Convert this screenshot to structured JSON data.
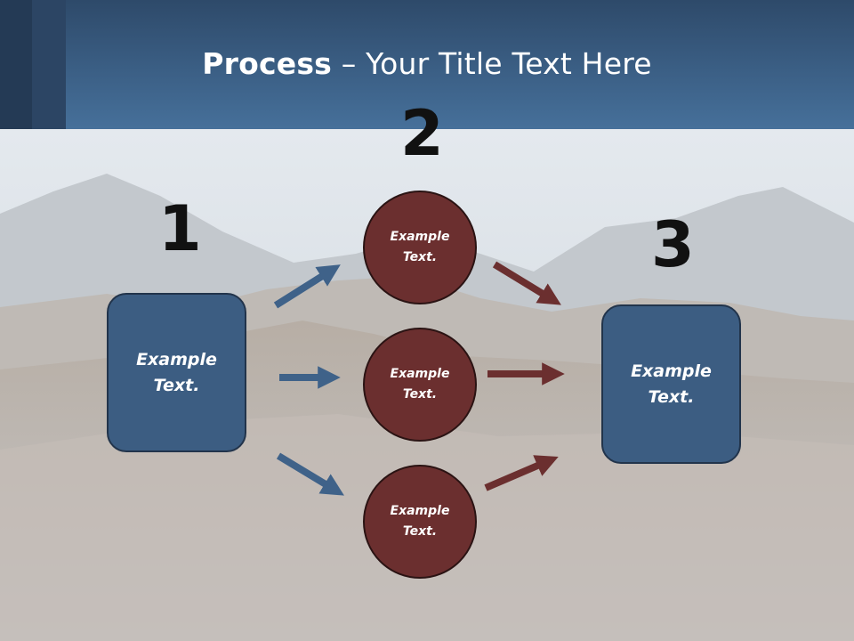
{
  "slide": {
    "title_bold": "Process",
    "title_rest": " – Your Title Text Here",
    "colors": {
      "header": "#3b5f85",
      "box": "#3c5d82",
      "circle": "#6b2f2f",
      "arrow_blue": "#3f6289",
      "arrow_red": "#6b2f2f"
    }
  },
  "steps": {
    "one": "1",
    "two": "2",
    "three": "3"
  },
  "left_box": {
    "text": "Example\nText."
  },
  "circles": [
    {
      "text": "Example\nText."
    },
    {
      "text": "Example\nText."
    },
    {
      "text": "Example\nText."
    }
  ],
  "right_box": {
    "text": "Example\nText."
  }
}
